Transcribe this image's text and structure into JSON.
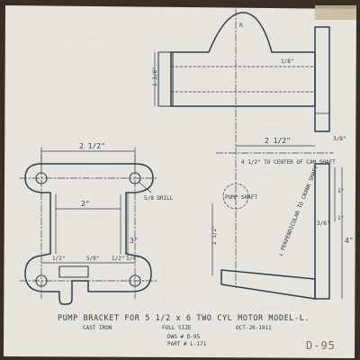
{
  "colors": {
    "paper": "#e6e4dc",
    "ink": "#2f3f4e",
    "border": "#3b2f25",
    "tape": "#c9b89a"
  },
  "dimensions": {
    "top_width": "2 1/2\"",
    "center_width": "2\"",
    "hole_dia": "5/8 DRILL",
    "height_3": "3\"",
    "bottom_left": "1/2\"",
    "bottom_mid": "5/8\"",
    "bottom_right": "1/2\"",
    "bottom_small": "1/4\"",
    "side_height": "1 3/8\"",
    "side_width": "2 1/2\"",
    "cam_note": "4 1/2\" TO CENTER OF CAM SHAFT",
    "pump_label": "PUMP SHAFT",
    "perp_note": "⊥ PERPENDICULAR TO CRANK SHAFT",
    "dim_2_1_2": "2 1/2\"",
    "right_1": "1\"",
    "right_1_b": "1\"",
    "right_4": "4\"",
    "right_3_8": "3/8\"",
    "right_top": "3/8\"",
    "flange": "1/8\"",
    "radius": "R"
  },
  "title_block": {
    "title": "PUMP BRACKET FOR 5 1/2 x 6 TWO CYL MOTOR   MODEL-L.",
    "material": "CAST IRON",
    "scale": "FULL SIZE",
    "date": "OCT-20-1911",
    "drawing_no": "DWG # D-95",
    "part_no": "PART # L-171"
  },
  "stamp": "D-95"
}
